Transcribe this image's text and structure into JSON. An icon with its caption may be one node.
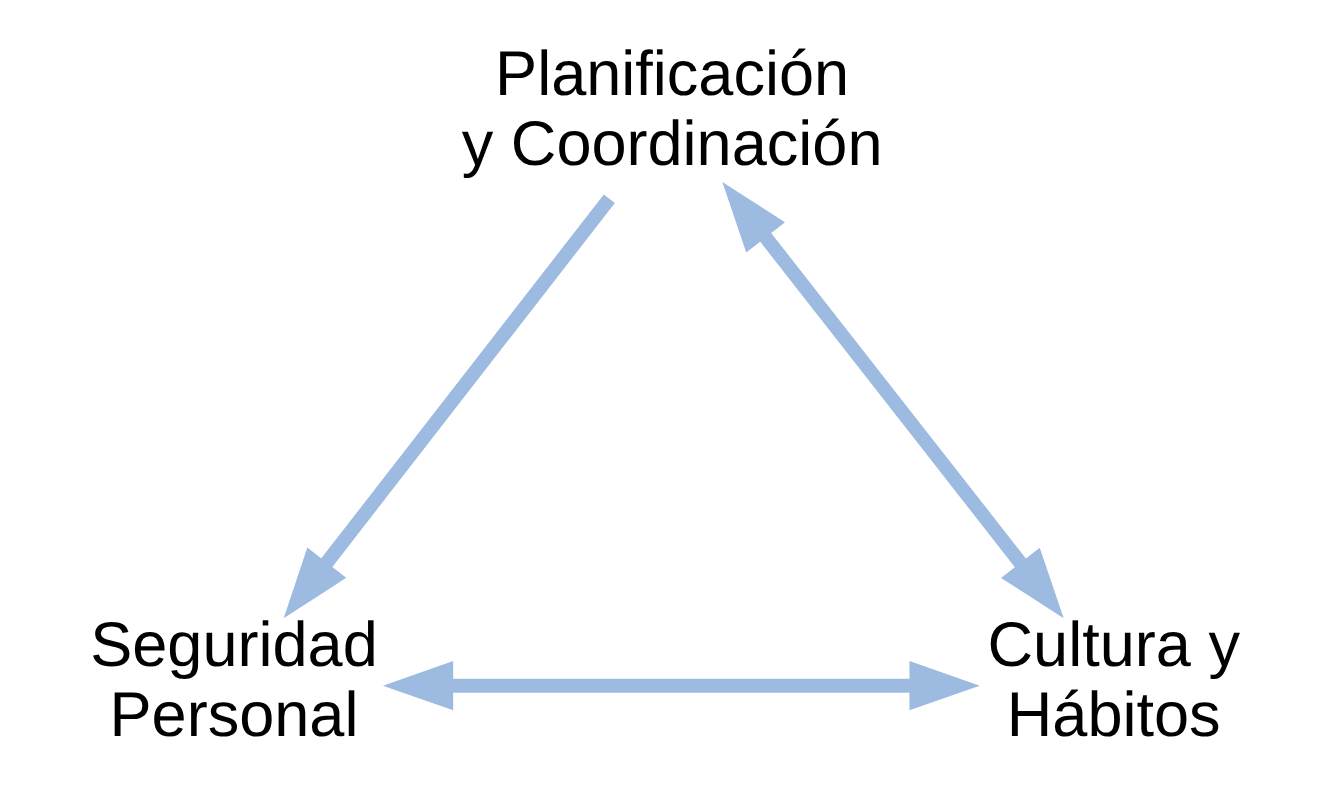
{
  "diagram": {
    "nodes": [
      {
        "text": [
          "Planificación y Coordinación"
        ]
      },
      {
        "text": [
          "Seguridad Personal"
        ]
      },
      {
        "text": [
          "Cultura y Hábitos"
        ]
      }
    ],
    "edges": [
      {
        "from": 0,
        "to": 1,
        "arrow": "to"
      },
      {
        "from": 0,
        "to": 2,
        "arrow": "both"
      },
      {
        "from": 1,
        "to": 2,
        "arrow": "both"
      }
    ]
  }
}
